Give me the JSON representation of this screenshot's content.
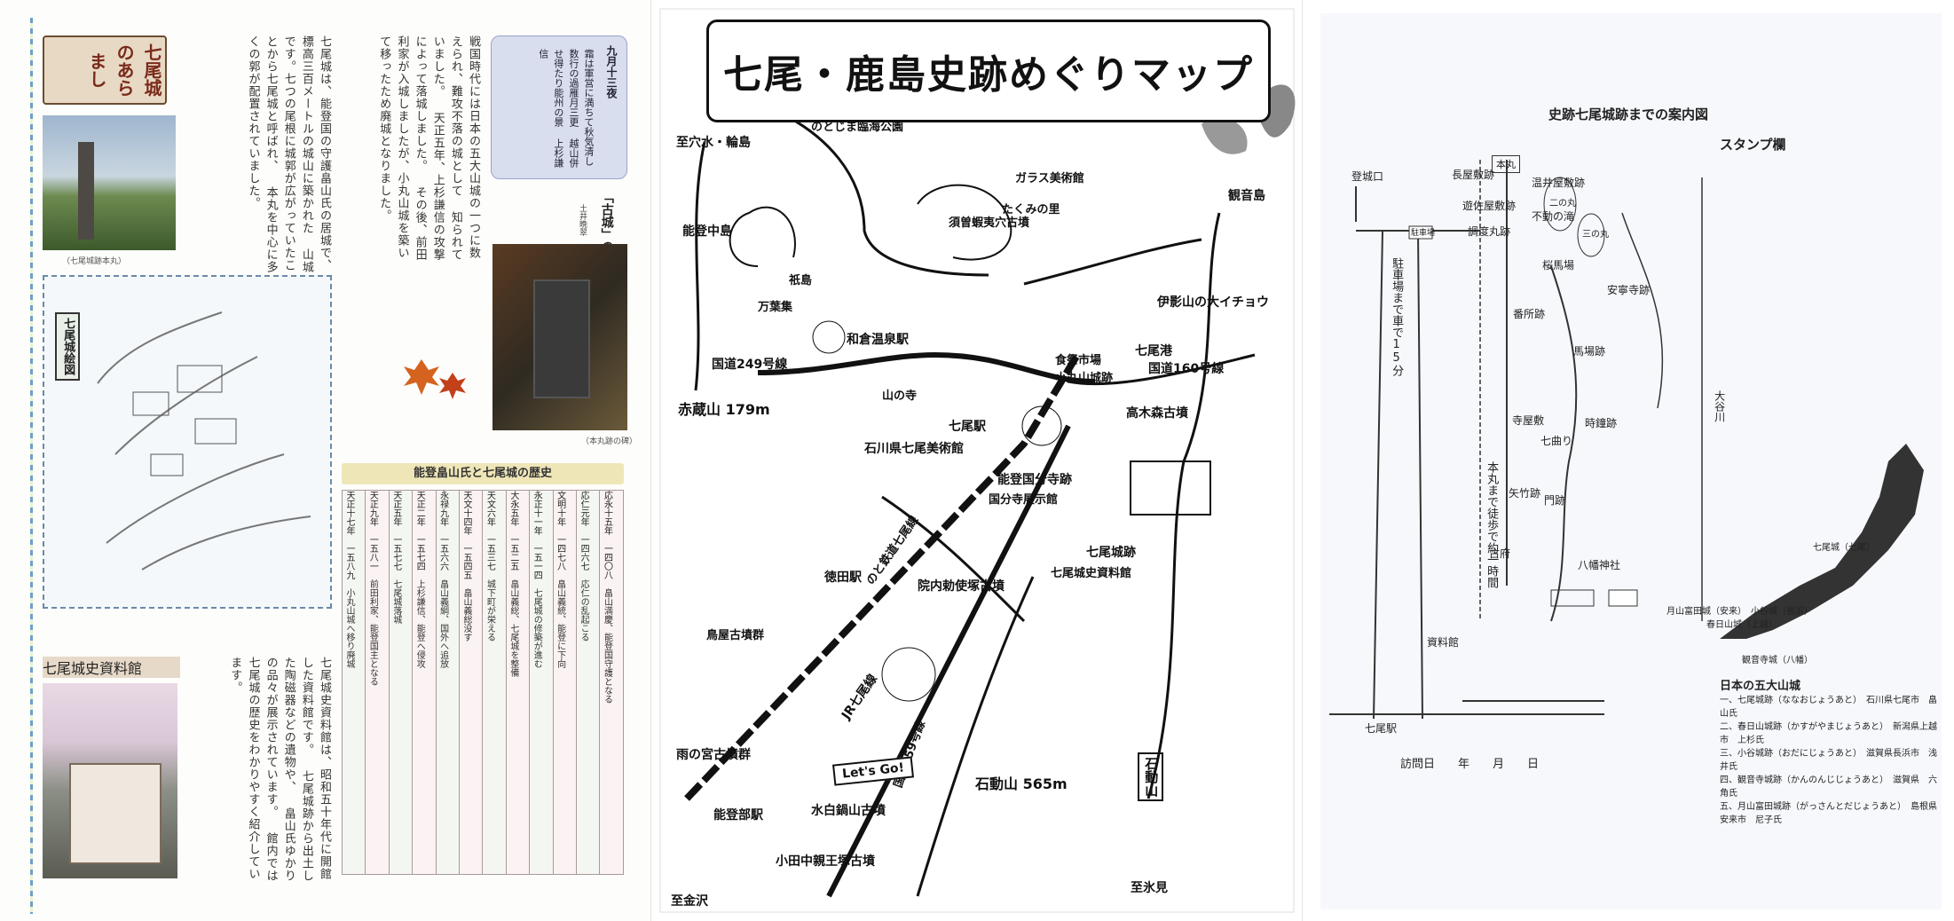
{
  "left_panel": {
    "intro_title": "七尾城のあらまし",
    "intro_columns": [
      "七尾城は、能登国の守護畠山氏の居城で、標高三百メートルの城山に築かれた",
      "山城です。七つの尾根に城郭が広がっていたことから七尾城と呼ばれ、",
      "本丸を中心に多くの郭が配置されていました。",
      "戦国時代には日本の五大山城の一つに数えられ、難攻不落の城として",
      "知られていました。",
      "天正五年、上杉謙信の攻撃によって落城しました。",
      "その後、前田利家が入城しましたが、小丸山城を築いて移ったため廃城となりました。"
    ],
    "photo_monument_caption": "（七尾城跡本丸）",
    "illustration_title": "七尾城絵図",
    "museum_title": "七尾城史資料館",
    "museum_columns": [
      "七尾城史資料館は、昭和五十年代に開館した資料館です。",
      "七尾城跡から出土した陶磁器などの遺物や、",
      "畠山氏ゆかりの品々が展示されています。",
      "館内では七尾城の歴史をわかりやすく紹介しています。"
    ],
    "poem_box_title": "九月十三夜",
    "poem_box_lines": [
      "霜は軍営に満ちて秋気清し",
      "数行の過雁月三更",
      "越山併せ得たり能州の景",
      "上杉謙信"
    ],
    "kojo_title": "「古城」の碑",
    "kojo_sub": "土井晩翠 作詞",
    "kojo_caption": "（本丸跡の碑）",
    "history_title": "能登畠山氏と七尾城の歴史",
    "history_rows": [
      {
        "era": "応永十五年",
        "year": "一四〇八",
        "event": "畠山満慶、能登国守護となる"
      },
      {
        "era": "応仁元年",
        "year": "一四六七",
        "event": "応仁の乱起こる"
      },
      {
        "era": "文明十年",
        "year": "一四七八",
        "event": "畠山義統、能登に下向"
      },
      {
        "era": "永正十一年",
        "year": "一五一四",
        "event": "七尾城の修築が進む"
      },
      {
        "era": "大永五年",
        "year": "一五二五",
        "event": "畠山義総、七尾城を整備"
      },
      {
        "era": "天文六年",
        "year": "一五三七",
        "event": "城下町が栄える"
      },
      {
        "era": "天文十四年",
        "year": "一五四五",
        "event": "畠山義総没す"
      },
      {
        "era": "永禄九年",
        "year": "一五六六",
        "event": "畠山義綱、国外へ追放"
      },
      {
        "era": "天正二年",
        "year": "一五七四",
        "event": "上杉謙信、能登へ侵攻"
      },
      {
        "era": "天正五年",
        "year": "一五七七",
        "event": "七尾城落城"
      },
      {
        "era": "天正九年",
        "year": "一五八一",
        "event": "前田利家、能登国主となる"
      },
      {
        "era": "天正十七年",
        "year": "一五八九",
        "event": "小丸山城へ移り廃城"
      }
    ]
  },
  "middle_panel": {
    "map_title": "七尾・鹿島史跡めぐりマップ",
    "labels": {
      "to_anamizu": "至穴水・輪島",
      "notojima_park": "のとじま臨海公園",
      "glass_museum": "ガラス美術館",
      "takumi": "たくみの里",
      "notonakajima": "能登中島",
      "kannonjima": "観音島",
      "suso": "須曽蝦夷穴古墳",
      "ikashima": "祇島",
      "manyo": "万葉集",
      "wakura": "和倉温泉駅",
      "route249": "国道249号線",
      "ishikawa_museum": "石川県七尾美術館",
      "yamanotera": "山の寺",
      "shokusai": "食祭市場",
      "komaruyama": "小丸山城跡",
      "nanao_port": "七尾港",
      "route160": "国道160号線",
      "ibe_icho": "伊影山の大イチョウ",
      "takaki": "高木森古墳",
      "akakura": "赤蔵山 179m",
      "nanao_station": "七尾駅",
      "kokubunji": "能登国分寺跡",
      "kokubunji_museum": "国分寺展示館",
      "nanao_castle": "七尾城跡",
      "castle_museum": "七尾城史資料館",
      "satoyama_line": "のと鉄道七尾線",
      "tokuda": "徳田駅",
      "inbe": "院内勅使塚古墳",
      "torigoe": "鳥屋古墳群",
      "jr_line": "JR七尾線",
      "amenomiya": "雨の宮古墳群",
      "route159": "国道159号線",
      "sekidozan": "石動山 565m",
      "notobe": "能登部駅",
      "mizushiro": "水白鍋山古墳",
      "lets_go": "Let's Go!",
      "odanaka": "小田中親王塚古墳",
      "to_kanazawa": "至金沢",
      "to_himi": "至氷見",
      "sekidozan_pillar": "石動山"
    }
  },
  "right_panel": {
    "guide_title": "史跡七尾城跡までの案内図",
    "stamp_title": "スタンプ欄",
    "road_note": "本丸まで徒歩で約一時間",
    "parking_note": "駐車場まで車で15分",
    "parking": "駐車場",
    "station": "七尾駅",
    "honmaru": "本丸",
    "nino": "二の丸",
    "sanno": "三の丸",
    "visit_label": "訪問日　　年　　月　　日",
    "places": [
      "長屋敷跡",
      "温井屋敷跡",
      "遊佐屋敷跡",
      "調度丸跡",
      "桜馬場",
      "不動の滝",
      "安寧寺跡",
      "番所跡",
      "馬場跡",
      "寺屋敷",
      "七曲り",
      "時鐘跡",
      "登城口",
      "資料館",
      "八幡神社",
      "大谷川",
      "古府",
      "矢竹跡",
      "門跡"
    ],
    "five_castles_title": "日本の五大山城",
    "five_castles": [
      "一、七尾城跡（ななおじょうあと）　石川県七尾市　畠山氏",
      "二、春日山城跡（かすがやまじょうあと）　新潟県上越市　上杉氏",
      "三、小谷城跡（おだにじょうあと）　滋賀県長浜市　浅井氏",
      "四、観音寺城跡（かんのんじじょうあと）　滋賀県　六角氏",
      "五、月山富田城跡（がっさんとだじょうあと）　島根県安来市　尼子氏"
    ],
    "japan_map_labels": [
      "春日山城（上越）",
      "七尾城（七尾）",
      "月山富田城（安来）",
      "小谷城（長浜）",
      "観音寺城（八幡）"
    ]
  }
}
